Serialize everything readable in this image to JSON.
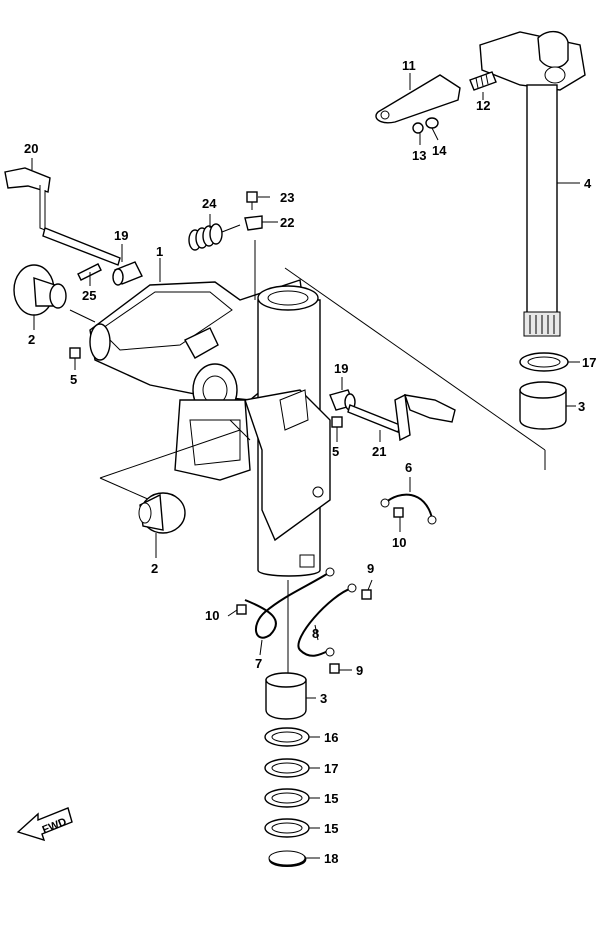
{
  "callouts": {
    "c1": "1",
    "c2a": "2",
    "c2b": "2",
    "c3a": "3",
    "c3b": "3",
    "c4": "4",
    "c5a": "5",
    "c5b": "5",
    "c6": "6",
    "c7": "7",
    "c8": "8",
    "c9a": "9",
    "c9b": "9",
    "c10a": "10",
    "c10b": "10",
    "c11": "11",
    "c12": "12",
    "c13": "13",
    "c14": "14",
    "c15a": "15",
    "c15b": "15",
    "c16": "16",
    "c17a": "17",
    "c17b": "17",
    "c18": "18",
    "c19a": "19",
    "c19b": "19",
    "c20": "20",
    "c21": "21",
    "c22": "22",
    "c23": "23",
    "c24": "24",
    "c25": "25"
  },
  "fwd_label": "FWD"
}
